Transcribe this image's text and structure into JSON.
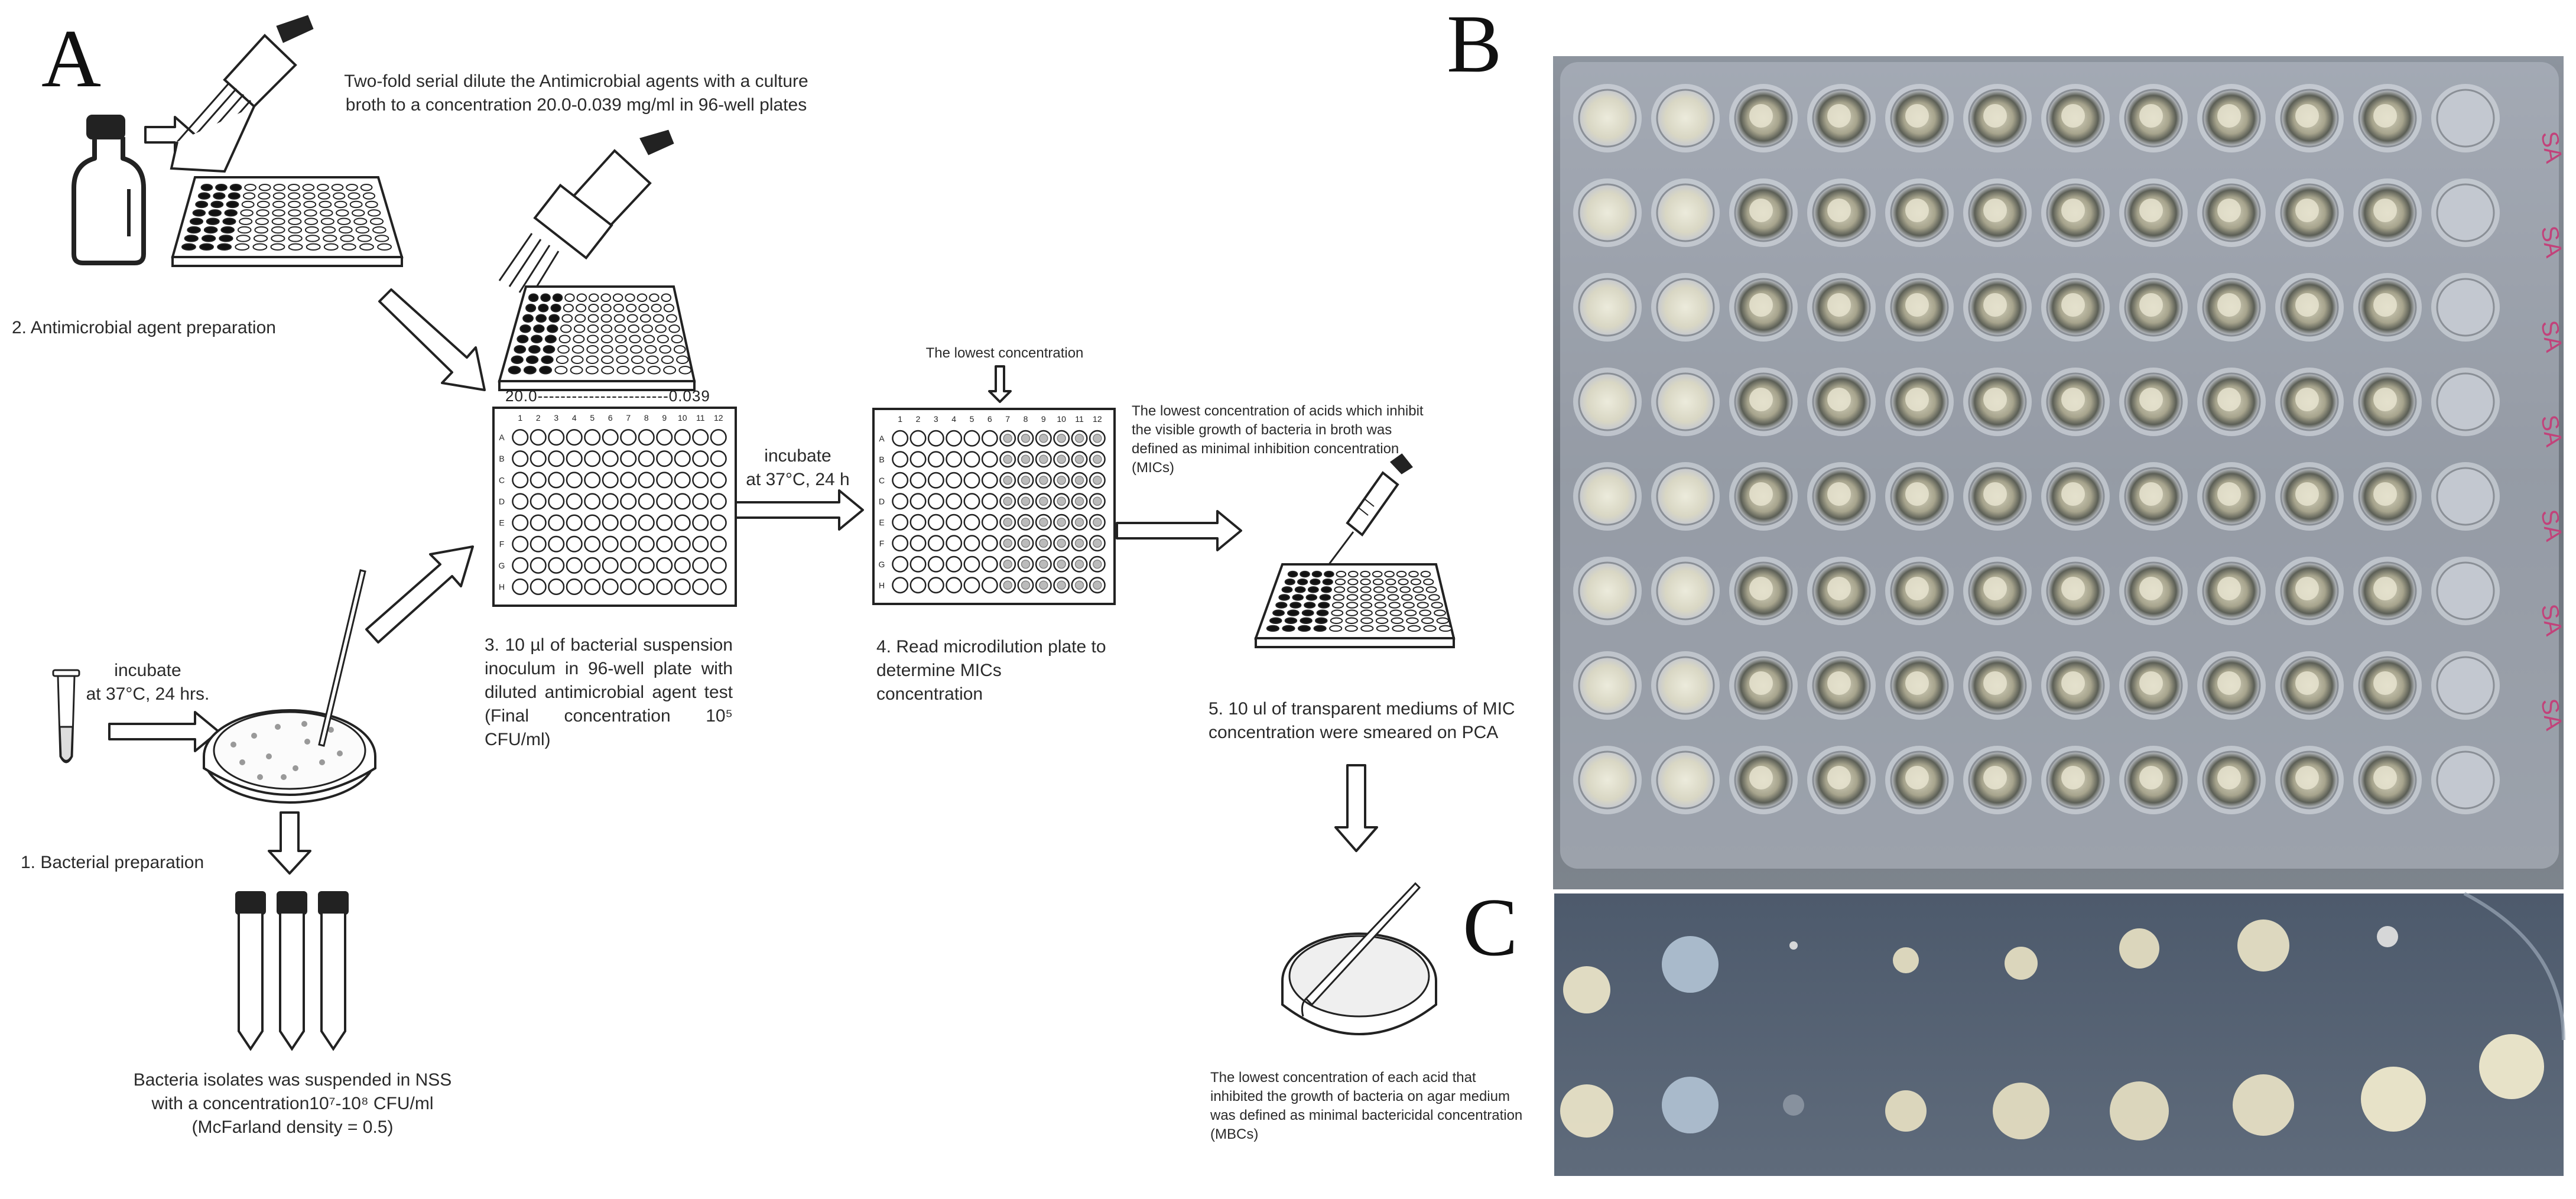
{
  "panels": {
    "a": "A",
    "b": "B",
    "c": "C"
  },
  "step_dilute_text": "Two-fold serial dilute the Antimicrobial agents with a culture broth to a concentration 20.0-0.039 mg/ml in 96-well plates",
  "step2": "2. Antimicrobial agent preparation",
  "range_label": "20.0-----------------------0.039",
  "row_letters": [
    "A",
    "B",
    "C",
    "D",
    "E",
    "F",
    "G",
    "H"
  ],
  "col_numbers": [
    "1",
    "2",
    "3",
    "4",
    "5",
    "6",
    "7",
    "8",
    "9",
    "10",
    "11",
    "12"
  ],
  "incubate_plate": "incubate\nat 37°C, 24 h",
  "incubate_tube": "incubate\nat 37°C, 24 hrs.",
  "step1": "1. Bacterial preparation",
  "step3": "3. 10 µl of bacterial suspension inoculum in 96-well plate with diluted antimicrobial agent test (Final concentration 10⁵ CFU/ml)",
  "lowest_conc": "The lowest concentration",
  "step4": "4. Read microdilution plate to determine MICs concentration",
  "mic_def": "The lowest concentration of acids which inhibit the visible growth of bacteria in broth was defined as minimal inhibition concentration (MICs)",
  "step5": "5. 10 ul of transparent mediums of MIC concentration were smeared on PCA",
  "bacteria_text": "Bacteria isolates was suspended in NSS with a concentration10⁷-10⁸ CFU/ml (McFarland density = 0.5)",
  "mbc_def": "The lowest concentration of each acid that inhibited the growth of bacteria on agar medium was defined as minimal bactericidal concentration (MBCs)",
  "photo_labels": [
    "SA",
    "SA",
    "SA",
    "SA",
    "SA",
    "SA",
    "SA"
  ]
}
